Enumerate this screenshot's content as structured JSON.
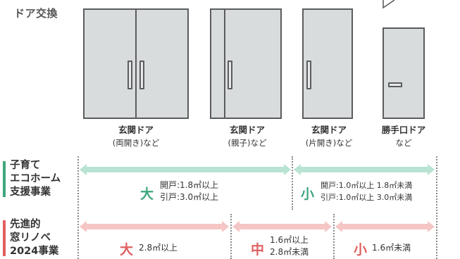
{
  "heading": "ドア交換",
  "doors": [
    {
      "name": "玄関ドア",
      "sub": "(両開き)など"
    },
    {
      "name": "玄関ドア",
      "sub": "(親子)など"
    },
    {
      "name": "玄関ドア",
      "sub": "(片開き)など"
    },
    {
      "name": "勝手口ドア",
      "sub": "など"
    }
  ],
  "programs": {
    "kosodate": {
      "lines": [
        "子育て",
        "エコホーム",
        "支援事業"
      ],
      "color": "#3fa67e",
      "large": {
        "mark": "大",
        "lines": [
          "開戸:1.8㎡以上",
          "引戸:3.0㎡以上"
        ]
      },
      "small": {
        "mark": "小",
        "lines": [
          "開戸:1.0㎡以上 1.8㎡未満",
          "引戸:1.0㎡以上 3.0㎡未満"
        ]
      }
    },
    "mado": {
      "lines": [
        "先進的",
        "窓リノベ",
        "2024事業"
      ],
      "color": "#e06060",
      "large": {
        "mark": "大",
        "text": "2.8㎡以上"
      },
      "medium": {
        "mark": "中",
        "lines": [
          "1.6㎡以上",
          "2.8㎡未満"
        ]
      },
      "small": {
        "mark": "小",
        "text": "1.6㎡未満"
      }
    }
  },
  "colors": {
    "arrow_green": "#b9e3d2",
    "arrow_red": "#f6c5c5",
    "door_fill": "#d9dcdd",
    "door_line": "#5a5c5e"
  }
}
